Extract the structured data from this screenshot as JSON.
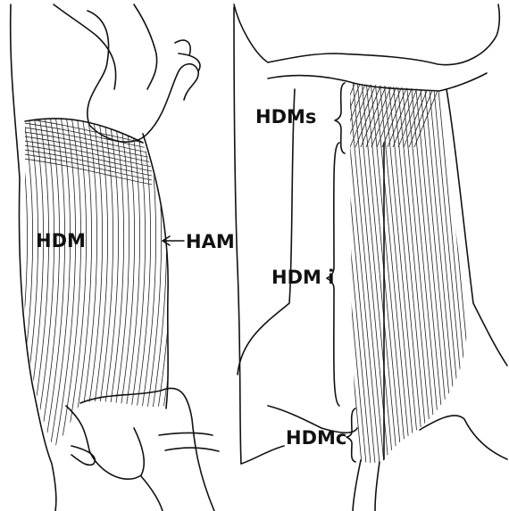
{
  "labels": {
    "hdm": "HDM",
    "ham": "HAM",
    "hdms": "HDMs",
    "hdmi": "HDM i",
    "hdmc": "HDMc"
  },
  "colors": {
    "ink": "#111111",
    "background": "#ffffff"
  }
}
